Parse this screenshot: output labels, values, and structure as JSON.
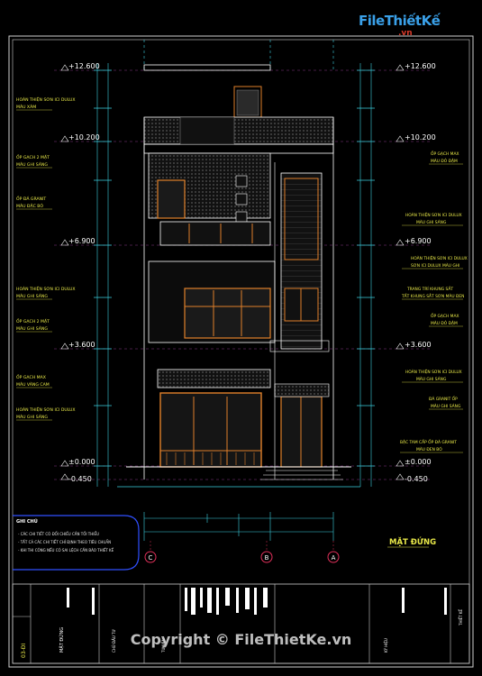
{
  "logo": {
    "brand": "FileThiếtKế",
    "domain": ".vn"
  },
  "copyright": "Copyright © FileThietKe.vn",
  "drawing_title": "MẶT ĐỨNG",
  "levels": {
    "l1260": "+12.600",
    "l1020": "+10.200",
    "l690": "+6.900",
    "l360": "+3.600",
    "l0": "±0.000",
    "lm045": "-0.450"
  },
  "grid_axes": {
    "c": "C",
    "b": "B",
    "a": "A"
  },
  "left_notes": [
    "HOÀN THIỆN SƠN ICI DULUX",
    "MÀU XÁM",
    "ỐP GẠCH 2 MẶT",
    "MÀU GHI SÁNG",
    "ỐP ĐÁ GRANIT",
    "MÀU ĐẶC BÓ",
    "HOÀN THIỆN SƠN ICI DULUX",
    "MÀU GHI SÁNG",
    "ỐP GẠCH 2 MẶT",
    "MÀU GHI SÁNG",
    "ỐP GẠCH MAX",
    "MÀU VÀNG CAM",
    "HOÀN THIỆN SƠN ICI DULUX",
    "MÀU GHI SÁNG"
  ],
  "right_notes": [
    "ỐP GẠCH MAX",
    "MÀU ĐỎ ĐẬM",
    "HOÀN THIỆN SƠN ICI DULUX",
    "MÀU GHI SÁNG",
    "HOÀN THIỆN SƠN ICI DULUX",
    "SƠN ICI DULUX MÀU GHI",
    "TRANG TRÍ KHUNG SẮT",
    "TẤT KHUNG SẮT SƠN MÀU ĐEN",
    "ỐP GẠCH MAX",
    "MÀU ĐỎ ĐẬM",
    "HOÀN THIỆN SƠN ICI DULUX",
    "MÀU GHI SÁNG",
    "ĐÁ GRANIT ỐP",
    "MÀU GHI SÁNG",
    "BẬC TAM CẤP ỐP ĐÁ GRANIT",
    "MÀU ĐEN BÓ"
  ],
  "legend": {
    "title": "GHI CHÚ",
    "lines": [
      "- CÁC CHI TIẾT CÓ ĐỐI CHIẾU CẦN TỐI THIỂU",
      "- TẤT CẢ CÁC CHI TIẾT CHỈ ĐỊNH THEO TIÊU CHUẨN",
      "- KHI THI CÔNG NẾU CÓ SAI LỆCH CẦN BÁO THIẾT KẾ"
    ]
  },
  "title_block": {
    "sheet": "03-ĐI",
    "drawing_name": "MẶT ĐỨNG",
    "cell1": "CHỦ ĐẦU TƯ",
    "cell2": "TƯ VẤN",
    "cell3": "THIẾT KẾ",
    "cell4": "KÝ HIỆU"
  },
  "colors": {
    "frame": "#ffffff",
    "dim": "#3cd0e0",
    "wall": "#ffffff",
    "window": "#e0802a",
    "accent": "#ffff40",
    "legend_border": "#3050ff",
    "grid": "#e0305a"
  }
}
